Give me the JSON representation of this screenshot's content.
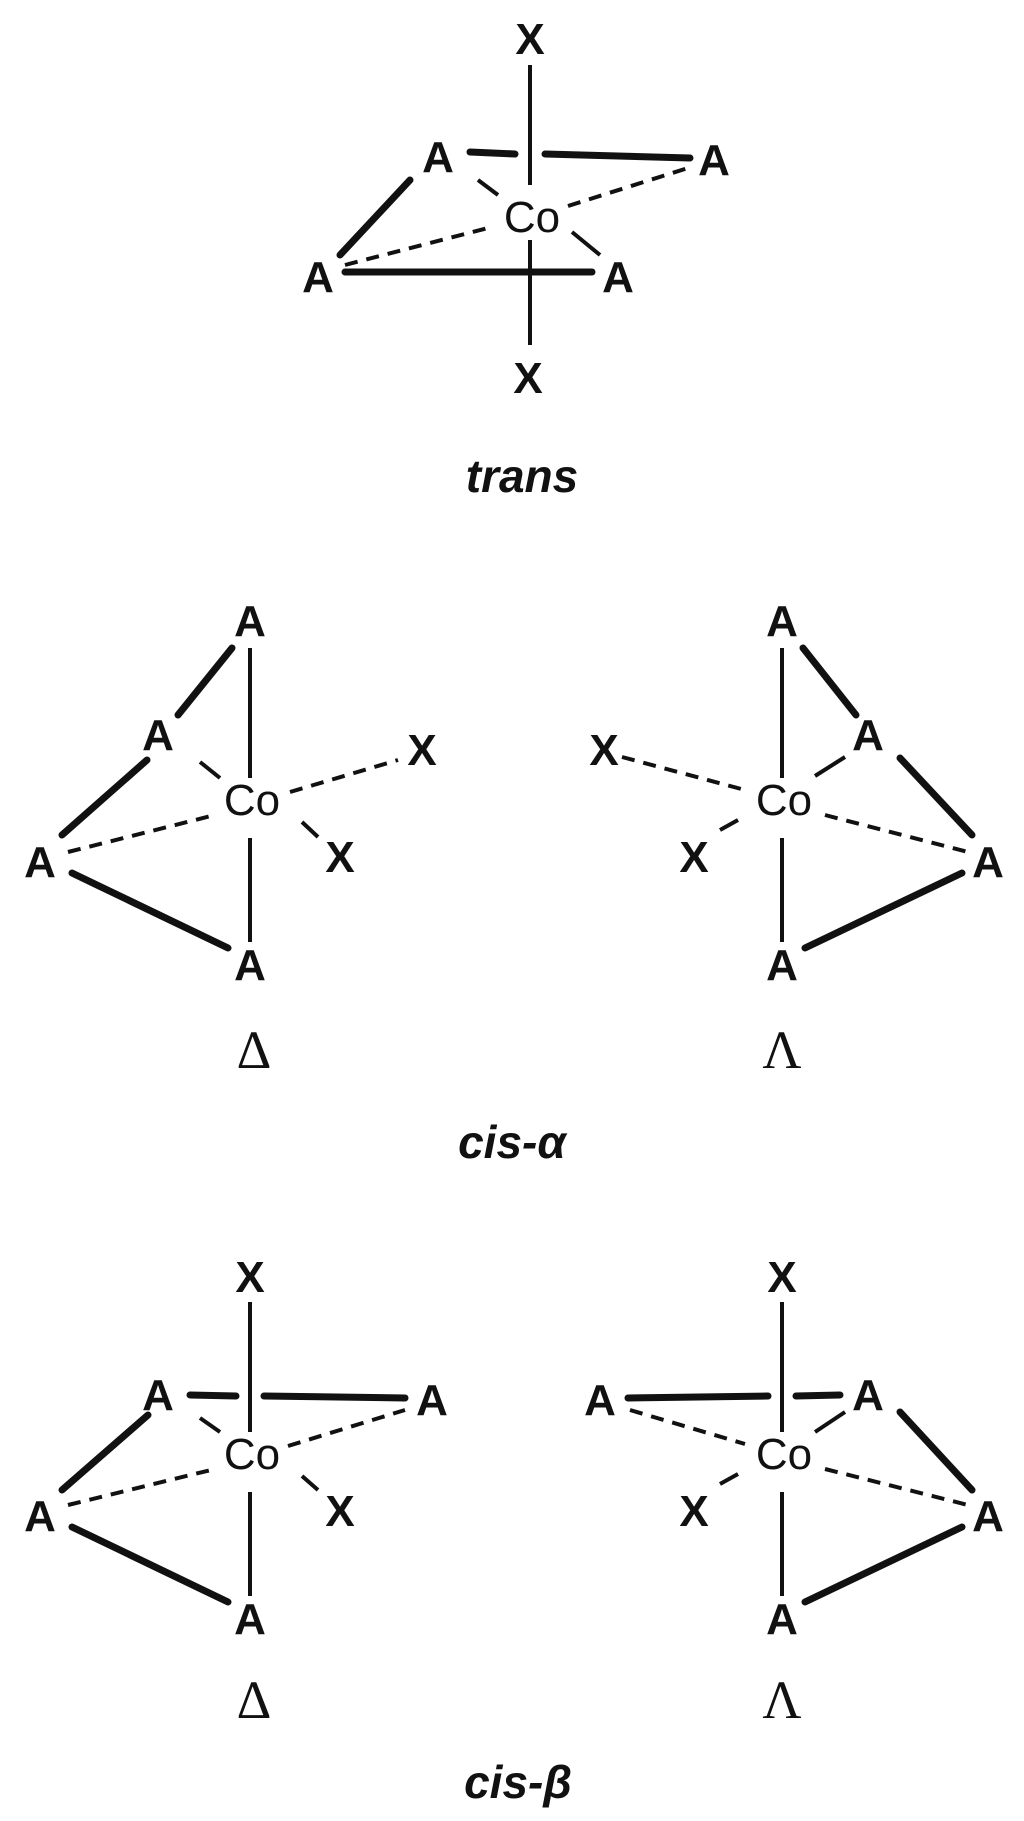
{
  "atoms": {
    "metal": "Co",
    "ligand_a": "A",
    "ligand_x": "X"
  },
  "isomers": [
    {
      "caption": "trans"
    },
    {
      "caption": "cis-α",
      "left_symbol": "Δ",
      "right_symbol": "Λ"
    },
    {
      "caption": "cis-β",
      "left_symbol": "Δ",
      "right_symbol": "Λ"
    }
  ]
}
